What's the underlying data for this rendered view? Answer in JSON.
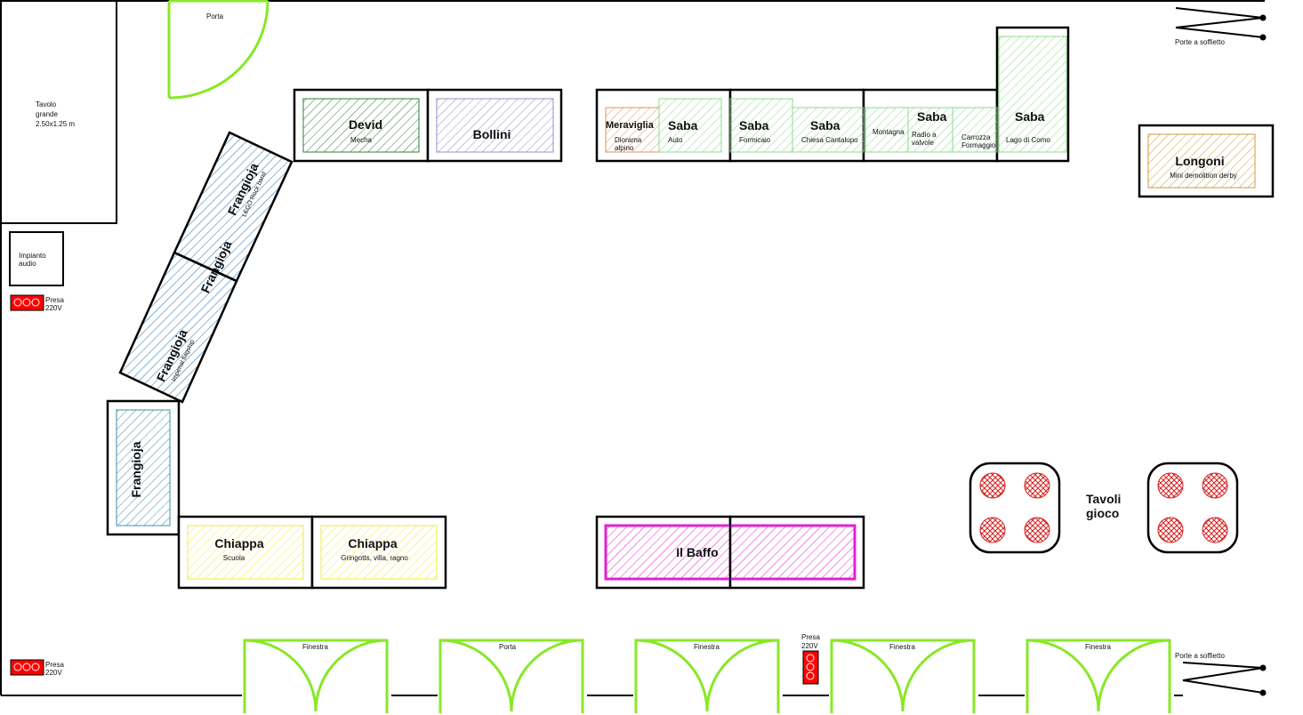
{
  "colors": {
    "wall": "#000000",
    "door": "#88e826",
    "socket": "#ff0000",
    "green_dark": "#2e7d32",
    "green_light": "#8ed98e",
    "blue": "#1f6fb0",
    "teal": "#3a8fae",
    "purple": "#9b88c9",
    "orange": "#e0925a",
    "gold": "#d19a3a",
    "yellow": "#f2ea40",
    "magenta": "#e61fd6",
    "red_hatch": "#d71e1e"
  },
  "room": {
    "door_top": "Porta",
    "folding_door_top": "Porte a soffietto",
    "folding_door_bottom": "Porte a soffietto",
    "big_table_line1": "Tavolo",
    "big_table_line2": "grande",
    "big_table_line3": "2.50x1.25 m",
    "audio_line1": "Impianto",
    "audio_line2": "audio",
    "socket_left_line1": "Presa",
    "socket_left_line2": "220V",
    "socket_bottom_line1": "Presa",
    "socket_bottom_line2": "220V",
    "socket_middle_line1": "Presa",
    "socket_middle_line2": "220V",
    "window_1": "Finestra",
    "door_bottom": "Porta",
    "window_2": "Finestra",
    "window_3": "Finestra",
    "window_4": "Finestra",
    "game_tables_line1": "Tavoli",
    "game_tables_line2": "gioco"
  },
  "exhibits": {
    "devid_name": "Devid",
    "devid_sub": "Mecha",
    "bollini_name": "Bollini",
    "meraviglia_name": "Meraviglia",
    "meraviglia_sub1": "Diorama",
    "meraviglia_sub2": "alpino",
    "saba_auto_name": "Saba",
    "saba_auto_sub": "Auto",
    "saba_formicaio_name": "Saba",
    "saba_formicaio_sub": "Formicaio",
    "saba_chiesa_name": "Saba",
    "saba_chiesa_sub": "Chiesa Cantalupo",
    "saba_montagna_sub": "Montagna",
    "saba_radio_name": "Saba",
    "saba_radio_sub1": "Radio a",
    "saba_radio_sub2": "valvole",
    "saba_carrozza_sub1": "Carrozza",
    "saba_carrozza_sub2": "Formaggio",
    "saba_lago_name": "Saba",
    "saba_lago_sub": "Lago di Como",
    "longoni_name": "Longoni",
    "longoni_sub": "Mini demolition derby",
    "frangioja_rock_name": "Frangioja",
    "frangioja_rock_sub": "LEGO Rock band",
    "frangioja_mid_name": "Frangioja",
    "frangioja_imperial_name": "Frangioja",
    "frangioja_imperial_sub": "Imperial flagship",
    "frangioja_left_name": "Frangioja",
    "chiappa_scuola_name": "Chiappa",
    "chiappa_scuola_sub": "Scuola",
    "chiappa_gringotts_name": "Chiappa",
    "chiappa_gringotts_sub": "Gringotts, villa, ragno",
    "il_baffo_name": "Il Baffo"
  }
}
